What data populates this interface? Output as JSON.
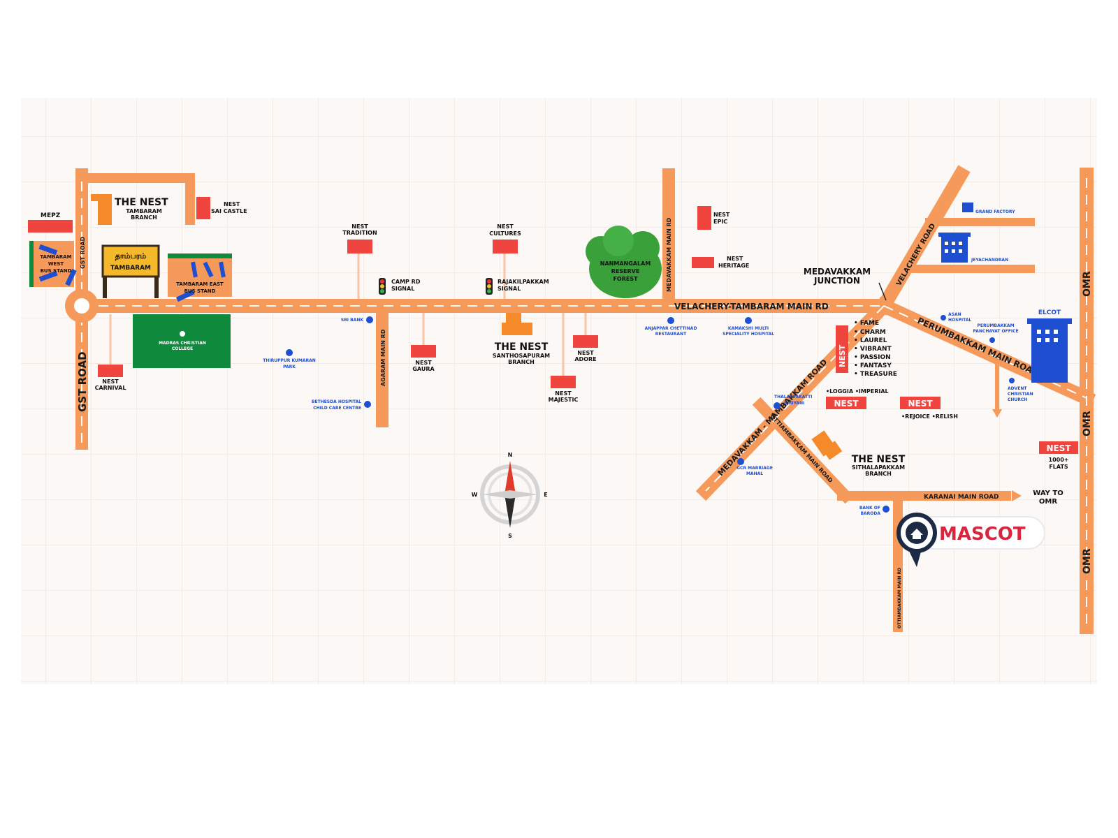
{
  "roads": {
    "gst_road": "GST ROAD",
    "gst_road_small": "GST ROAD",
    "velachery_tambaram": "VELACHERY-TAMBARAM MAIN RD",
    "medavakkam_main": "MEDAVAKKAM MAIN RD",
    "velachery_road": "VELACHERY ROAD",
    "perumbakkam_main": "PERUMBAKKAM MAIN ROAD",
    "medavakkam_mambakkam": "MEDAVAKKAM - MAMBAKKAM ROAD",
    "ottiambakkam_main": "OTTIAMBAKKAM MAIN ROAD",
    "karanai_main": "KARANAI MAIN ROAD",
    "agaram_main": "AGARAM MAIN RD",
    "ottiambakkam_small": "OTTIAMBAKKAM MAIN RD",
    "omr": "OMR"
  },
  "places": {
    "mepz": "MEPZ",
    "tambaram_west_bus": [
      "TAMBARAM",
      "WEST",
      "BUS STAND"
    ],
    "tambaram_east_bus": [
      "TAMBARAM EAST",
      "BUS STAND"
    ],
    "tambaram_sign_tamil": "தாம்பரம்",
    "tambaram_sign_en": "TAMBARAM",
    "christian_college": [
      "MADRAS CHRISTIAN",
      "COLLEGE"
    ],
    "thiruppur_park": [
      "THIRUPPUR KUMARAN",
      "PARK"
    ],
    "bethesda": [
      "BETHESDA HOSPITAL",
      "CHILD CARE CENTRE"
    ],
    "sbi": "SBI BANK",
    "camp_rd_signal": [
      "CAMP RD",
      "SIGNAL"
    ],
    "rajakilpakkam_signal": [
      "RAJAKILPAKKAM",
      "SIGNAL"
    ],
    "forest": [
      "NANMANGALAM",
      "RESERVE",
      "FOREST"
    ],
    "anjappar": [
      "ANJAPPAR CHETTINAD",
      "RESTAURANT"
    ],
    "kamakshi": [
      "KAMAKSHI MULTI",
      "SPECIALITY HOSPITAL"
    ],
    "medavakkam_junction": [
      "MEDAVAKKAM",
      "JUNCTION"
    ],
    "grand_factory": "GRAND FACTORY",
    "jeyachandran": "JEYACHANDRAN",
    "asan_hospital": [
      "ASAN",
      "HOSPITAL"
    ],
    "perumbakkam_panchayat": [
      "PERUMBAKKAM",
      "PANCHAYAT OFFICE"
    ],
    "elcot": "ELCOT",
    "advent_church": [
      "ADVENT",
      "CHRISTIAN",
      "CHURCH"
    ],
    "thalappakatti": [
      "THALAPPAKATTI",
      "BIRIYANI"
    ],
    "gcr_mahal": [
      "GCR MARRIAGE",
      "MAHAL"
    ],
    "bank_baroda": [
      "BANK OF",
      "BARODA"
    ],
    "way_to_omr": [
      "WAY TO",
      "OMR"
    ]
  },
  "projects": {
    "tambaram_branch": [
      "THE NEST",
      "TAMBARAM",
      "BRANCH"
    ],
    "sai_castle": [
      "NEST",
      "SAI CASTLE"
    ],
    "tradition": [
      "NEST",
      "TRADITION"
    ],
    "cultures": [
      "NEST",
      "CULTURES"
    ],
    "epic": [
      "NEST",
      "EPIC"
    ],
    "heritage": [
      "NEST",
      "HERITAGE"
    ],
    "carnival": [
      "NEST",
      "CARNIVAL"
    ],
    "gaura": [
      "NEST",
      "GAURA"
    ],
    "santhosapuram_branch": [
      "THE NEST",
      "SANTHOSAPURAM",
      "BRANCH"
    ],
    "adore": [
      "NEST",
      "ADORE"
    ],
    "majestic": [
      "NEST",
      "MAJESTIC"
    ],
    "nest_vertical": "NEST",
    "nest_list": [
      "• FAME",
      "• CHARM",
      "• LAUREL",
      "• VIBRANT",
      "• PASSION",
      "• FANTASY",
      "• TREASURE"
    ],
    "loggia_imperial": "•LOGGIA  •IMPERIAL",
    "nest_badge": "NEST",
    "rejoice_relish": "•REJOICE •RELISH",
    "sithalapakkam_branch": [
      "THE NEST",
      "SITHALAPAKKAM",
      "BRANCH"
    ],
    "flats": [
      "1000+",
      "FLATS"
    ]
  },
  "compass": {
    "n": "N",
    "s": "S",
    "e": "E",
    "w": "W"
  },
  "mascot": {
    "label": "MASCOT"
  },
  "colors": {
    "road": "#f59a5a",
    "road_dash": "#ffffff",
    "nest_red": "#f0453f",
    "branch_orange": "#f58a2a",
    "forest_green": "#3aa13a",
    "college_green": "#0f8a3c",
    "poi_blue": "#1f4fd1",
    "mascot_red": "#d8263f"
  }
}
